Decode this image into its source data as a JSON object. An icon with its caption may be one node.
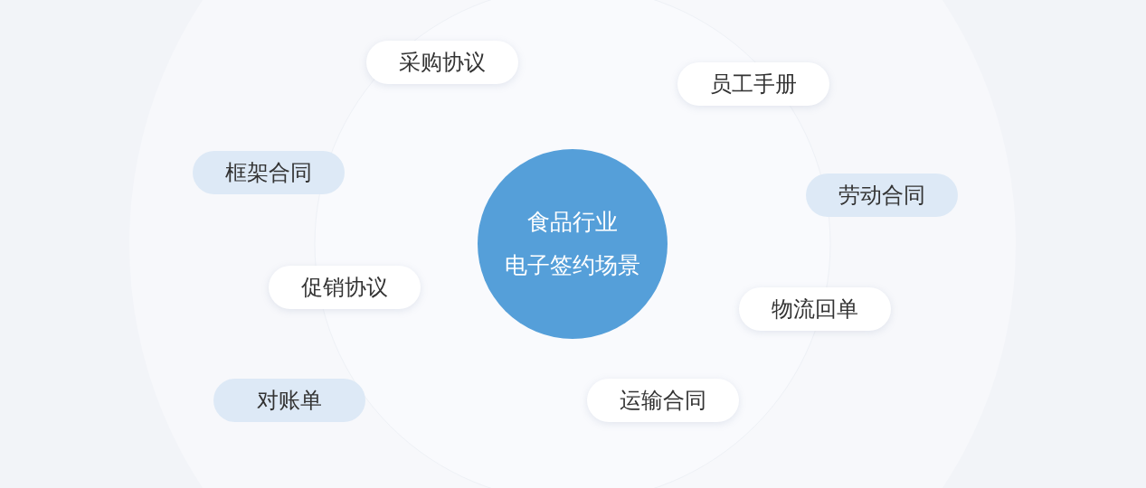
{
  "diagram": {
    "nodes": [
      {
        "text": [
          "食品行业",
          "电子签约场景"
        ]
      },
      {
        "text": [
          "采购协议"
        ]
      },
      {
        "text": [
          "员工手册"
        ]
      },
      {
        "text": [
          "框架合同"
        ]
      },
      {
        "text": [
          "劳动合同"
        ]
      },
      {
        "text": [
          "促销协议"
        ]
      },
      {
        "text": [
          "物流回单"
        ]
      },
      {
        "text": [
          "对账单"
        ]
      },
      {
        "text": [
          "运输合同"
        ]
      }
    ]
  }
}
